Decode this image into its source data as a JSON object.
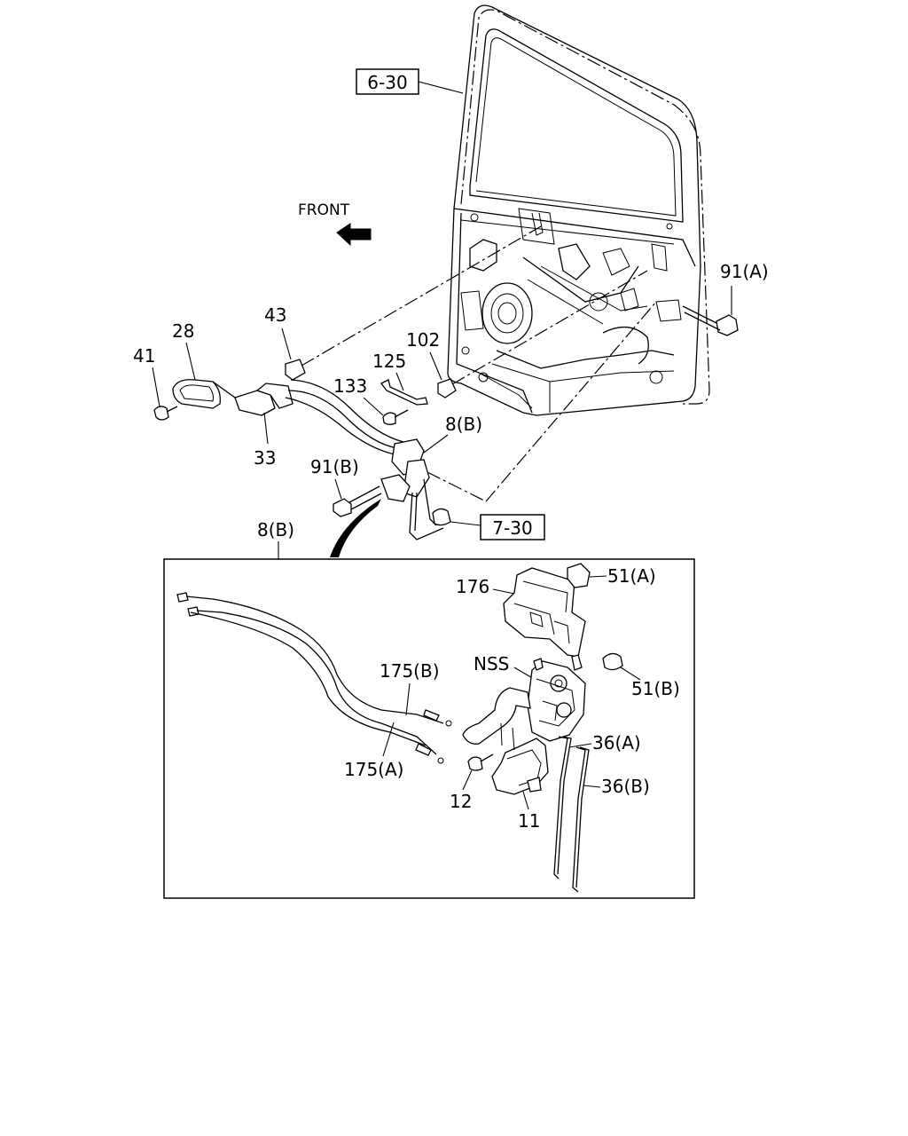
{
  "labels": {
    "ref_6_30": "6-30",
    "front": "FRONT",
    "p91a": "91(A)",
    "p43": "43",
    "p28": "28",
    "p41": "41",
    "p102": "102",
    "p125": "125",
    "p133": "133",
    "p33": "33",
    "p8b_top": "8(B)",
    "p91b": "91(B)",
    "ref_7_30": "7-30",
    "p8b_detail": "8(B)",
    "p176": "176",
    "p51a": "51(A)",
    "nss": "NSS",
    "p51b": "51(B)",
    "p175b": "175(B)",
    "p36a": "36(A)",
    "p175a": "175(A)",
    "p36b": "36(B)",
    "p12": "12",
    "p11": "11"
  },
  "icons": {
    "front_arrow": "arrow-left-icon"
  }
}
